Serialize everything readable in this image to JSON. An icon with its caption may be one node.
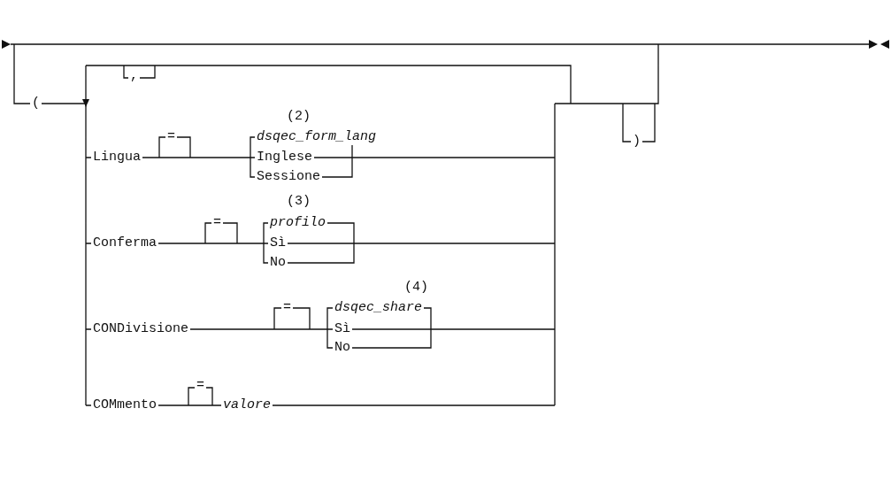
{
  "diagram": {
    "labels": [
      ",",
      "(",
      ")",
      "(2)",
      "Lingua",
      "=",
      "dsqec_form_lang",
      "Inglese",
      "Sessione",
      "(3)",
      "Conferma",
      "=",
      "profilo",
      "Sì",
      "No",
      "(4)",
      "CONDivisione",
      "=",
      "dsqec_share",
      "Sì",
      "No",
      "COMmento",
      "=",
      "valore"
    ]
  }
}
